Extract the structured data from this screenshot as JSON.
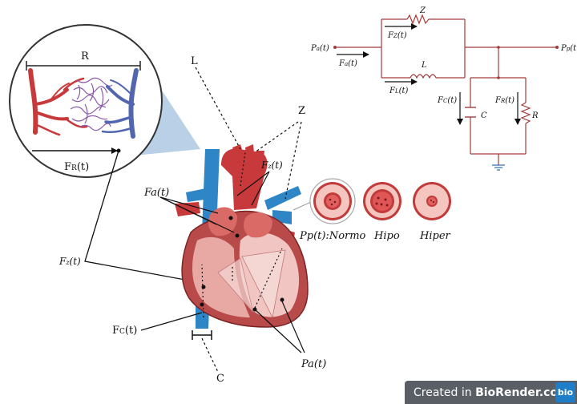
{
  "labels": {
    "R": "R",
    "FR": "F",
    "FR_sub": "R",
    "FR_tail": "(t)",
    "L": "L",
    "Z": "Z",
    "Fz_heart": "F",
    "Fz_heart_sub": "z",
    "Fz_heart_tail": "(t)",
    "Fa": "Fa(t)",
    "Fz_left": "F",
    "Fz_left_sub": "z",
    "Fz_left_tail": "(t)",
    "Fc": "F",
    "Fc_sub": "C",
    "Fc_tail": "(t)",
    "C": "C",
    "Pa": "Pa(t)"
  },
  "pressure_states": [
    "Pp(t):Normo",
    "Hipo",
    "Hiper"
  ],
  "circuit": {
    "Pa_in": "P",
    "Pa_in_sub": "a",
    "Pa_in_tail": "(t)",
    "Pp_out": "P",
    "Pp_out_sub": "p",
    "Pp_out_tail": "(t",
    "Z": "Z",
    "FZ": "F",
    "FZ_sub": "Z",
    "FZ_tail": "(t)",
    "Fa": "F",
    "Fa_sub": "a",
    "Fa_tail": "(t)",
    "L": "L",
    "FL": "F",
    "FL_sub": "L",
    "FL_tail": "(t)",
    "FC": "F",
    "FC_sub": "C",
    "FC_tail": "(t)",
    "C": "C",
    "FR": "F",
    "FR_sub": "R",
    "FR_tail": "(t)",
    "R": "R"
  },
  "watermark": {
    "prefix": "Created in ",
    "brand": "BioRender.com",
    "logo": "bio"
  },
  "colors": {
    "artery": "#c8393b",
    "vein": "#5266b0",
    "vessel_blue": "#2f86c6",
    "heart_dark": "#b84a4a",
    "heart_light": "#e8a8a4",
    "circuit_red": "#a33a3a",
    "lens": "#a7c4e0"
  }
}
